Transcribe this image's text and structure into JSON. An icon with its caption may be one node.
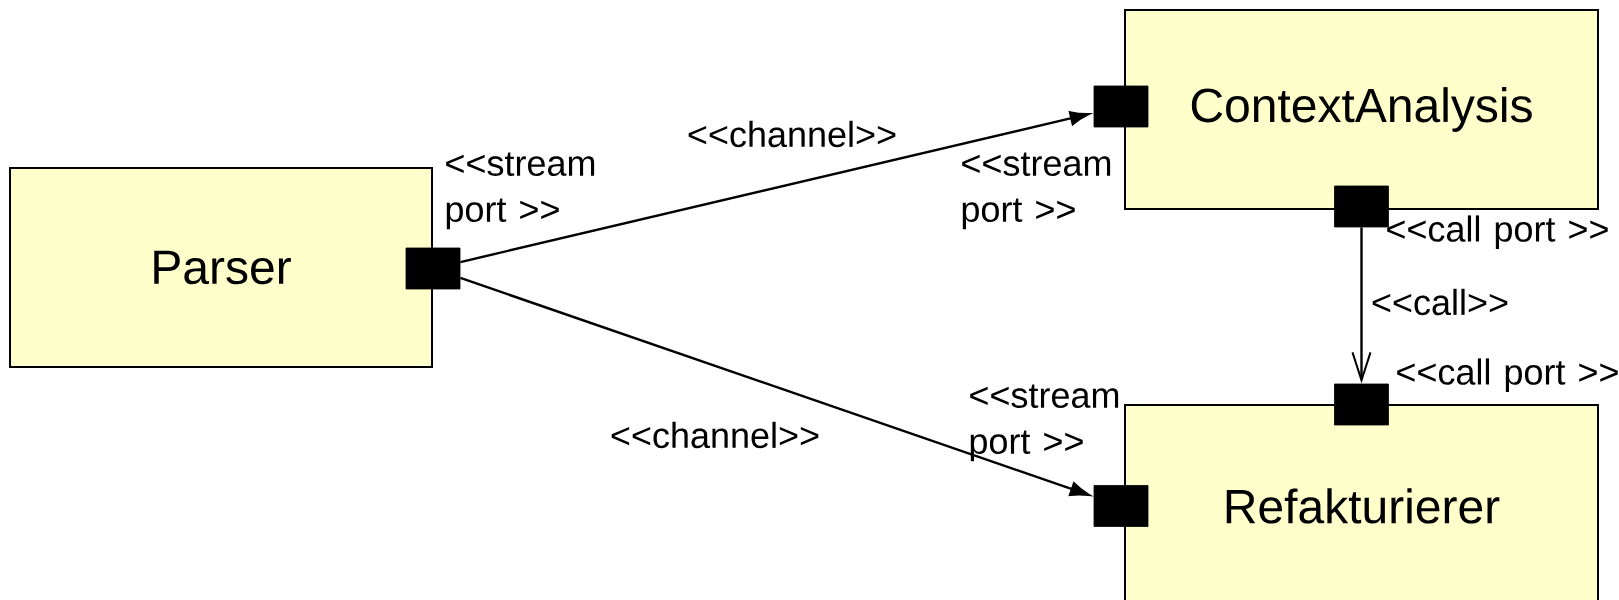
{
  "diagram": {
    "nodes": [
      {
        "text": [
          "Parser"
        ]
      },
      {
        "text": [
          "ContextAnalysis"
        ]
      },
      {
        "text": [
          "Refakturierer"
        ]
      },
      {
        "text": [],
        "shape": "box",
        "beside": [
          "<<stream port >>"
        ]
      },
      {
        "text": [],
        "shape": "box",
        "beside": [
          "<<stream port >>"
        ]
      },
      {
        "text": [],
        "shape": "box",
        "beside": [
          "<<call port >>"
        ]
      },
      {
        "text": [],
        "shape": "box",
        "beside": [
          "<<call port >>"
        ]
      },
      {
        "text": [],
        "shape": "box",
        "beside": [
          "<<stream port >>"
        ]
      }
    ],
    "edges": [
      {
        "from": 3,
        "to": 4,
        "arrow": "to",
        "label": "<<channel>>"
      },
      {
        "from": 3,
        "to": 7,
        "arrow": "to",
        "label": "<<channel>>"
      },
      {
        "from": 5,
        "to": 6,
        "arrow": "to",
        "label": "<<call>>"
      }
    ]
  }
}
